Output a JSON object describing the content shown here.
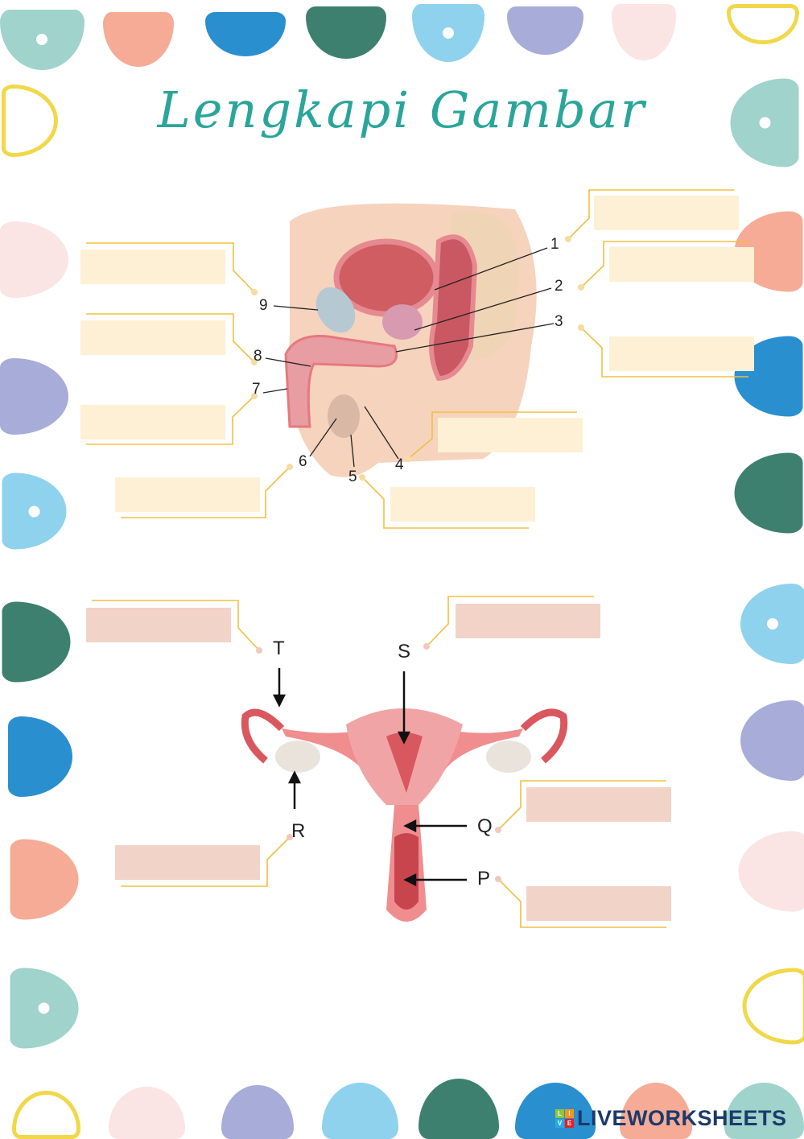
{
  "title": "Lengkapi Gambar",
  "male_diagram": {
    "labels": [
      "1",
      "2",
      "3",
      "4",
      "5",
      "6",
      "7",
      "8",
      "9"
    ],
    "answers": {
      "1": "",
      "2": "",
      "3": "",
      "4": "",
      "5": "",
      "6": "",
      "7": "",
      "8": "",
      "9": ""
    }
  },
  "female_diagram": {
    "labels": {
      "T": "T",
      "S": "S",
      "R": "R",
      "Q": "Q",
      "P": "P"
    },
    "answers": {
      "T": "",
      "S": "",
      "R": "",
      "Q": "",
      "P": ""
    }
  },
  "footer": {
    "logo_text": "LIVEWORKSHEETS",
    "logo_mark": "LIVE"
  },
  "colors": {
    "title": "#2aa59a",
    "male_box": "#fdf0d5",
    "female_box": "#f2d3c7",
    "connector": "#f0c040"
  }
}
